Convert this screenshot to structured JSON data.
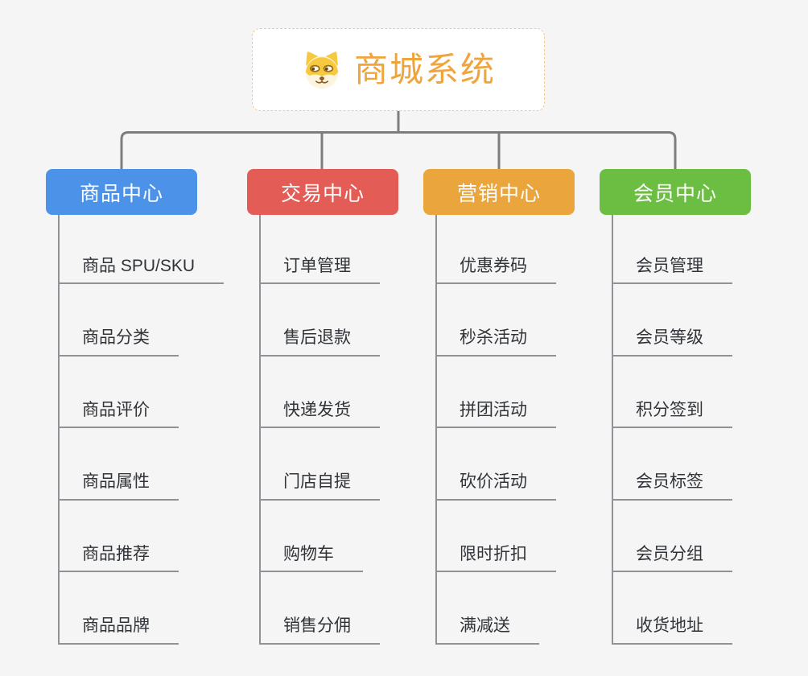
{
  "root": {
    "title": "商城系统",
    "icon": "doge-icon"
  },
  "branches": [
    {
      "label": "商品中心",
      "color": "#4c92e8",
      "children": [
        "商品 SPU/SKU",
        "商品分类",
        "商品评价",
        "商品属性",
        "商品推荐",
        "商品品牌"
      ]
    },
    {
      "label": "交易中心",
      "color": "#e45c56",
      "children": [
        "订单管理",
        "售后退款",
        "快递发货",
        "门店自提",
        "购物车",
        "销售分佣"
      ]
    },
    {
      "label": "营销中心",
      "color": "#eaa63d",
      "children": [
        "优惠券码",
        "秒杀活动",
        "拼团活动",
        "砍价活动",
        "限时折扣",
        "满减送"
      ]
    },
    {
      "label": "会员中心",
      "color": "#6cbe42",
      "children": [
        "会员管理",
        "会员等级",
        "积分签到",
        "会员标签",
        "会员分组",
        "收货地址"
      ]
    }
  ],
  "colors": {
    "background": "#f5f5f5",
    "connector": "#7d7d7d",
    "child_line": "#8f9296",
    "root_border": "#f2c98f",
    "root_text": "#f0a43c",
    "child_text": "#303338"
  }
}
